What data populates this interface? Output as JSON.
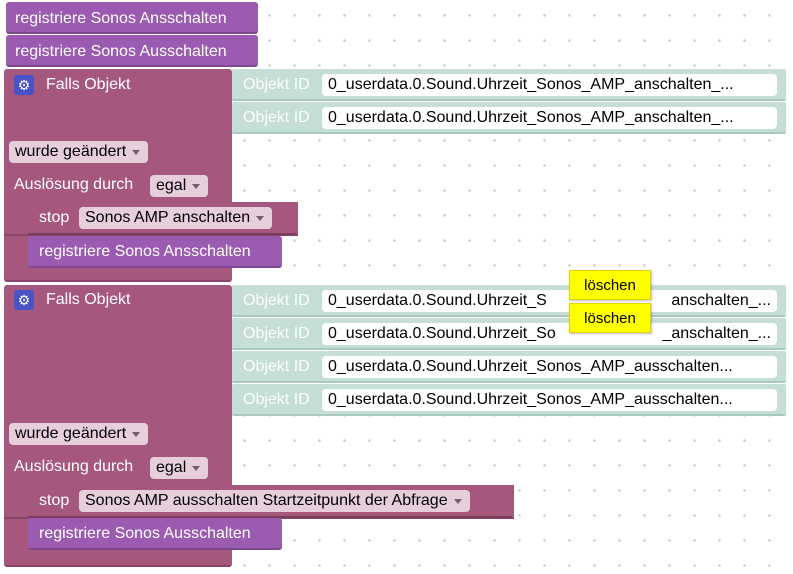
{
  "blocks": {
    "reg_on_top": "registriere Sonos Ansschalten",
    "reg_off_top": "registriere Sonos Ausschalten",
    "event1": {
      "title": "Falls Objekt",
      "oid_label": "Objekt ID",
      "oids": [
        "0_userdata.0.Sound.Uhrzeit_Sonos_AMP_anschalten_...",
        "0_userdata.0.Sound.Uhrzeit_Sonos_AMP_anschalten_..."
      ],
      "change": "wurde geändert",
      "trigger_label": "Auslösung durch",
      "trigger_value": "egal",
      "stop_label": "stop",
      "stop_value": "Sonos AMP anschalten",
      "register": "registriere Sonos Ansschalten"
    },
    "event2": {
      "title": "Falls Objekt",
      "oid_label": "Objekt ID",
      "oids": [
        "0_userdata.0.Sound.Uhrzeit_S",
        "0_userdata.0.Sound.Uhrzeit_So",
        "0_userdata.0.Sound.Uhrzeit_Sonos_AMP_ausschalten...",
        "0_userdata.0.Sound.Uhrzeit_Sonos_AMP_ausschalten..."
      ],
      "oid_tails": [
        "anschalten_...",
        "_anschalten_..."
      ],
      "change": "wurde geändert",
      "trigger_label": "Auslösung durch",
      "trigger_value": "egal",
      "stop_label": "stop",
      "stop_value": "Sonos AMP ausschalten Startzeitpunkt der Abfrage",
      "register": "registriere Sonos Ausschalten"
    }
  },
  "tooltips": [
    "löschen",
    "löschen"
  ],
  "colors": {
    "event": "#a5577e",
    "register": "#9b5bb0",
    "oid": "#c5ded8",
    "tooltip": "#ffff00"
  }
}
